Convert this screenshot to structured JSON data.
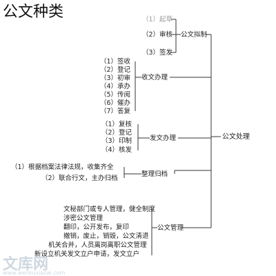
{
  "title": "公文种类",
  "root": "公文处理",
  "branches": [
    {
      "label": "公文拟制",
      "items": [
        "（1）起草",
        "（2）审核",
        "（3）签发"
      ],
      "faint": [
        0
      ]
    },
    {
      "label": "收文办理",
      "items": [
        "（1）签收",
        "（2）登记",
        "（3）初审",
        "（4）承办",
        "（5）传阅",
        "（6）催办",
        "（7）答复"
      ]
    },
    {
      "label": "发文办理",
      "items": [
        "（1）复核",
        "（2）登记",
        "（3）印制",
        "（4）核发"
      ]
    },
    {
      "label": "整理归档",
      "items": [
        "（1）根据档案法律法规，收集齐全",
        "（2）联合行文，主办归档"
      ]
    },
    {
      "label": "公文管理",
      "items": [
        "文秘部门或专人管理，健全制度",
        "涉密公文管理",
        "翻印，公开发布，复印",
        "撤销，废止，销毁，公文清退",
        "机关合并，人员离岗离职公文管理",
        "新设立机关发文立户申请，发文立户"
      ]
    }
  ],
  "watermark": "文库网",
  "watermark_url": "www.wenkuxiazai.com"
}
